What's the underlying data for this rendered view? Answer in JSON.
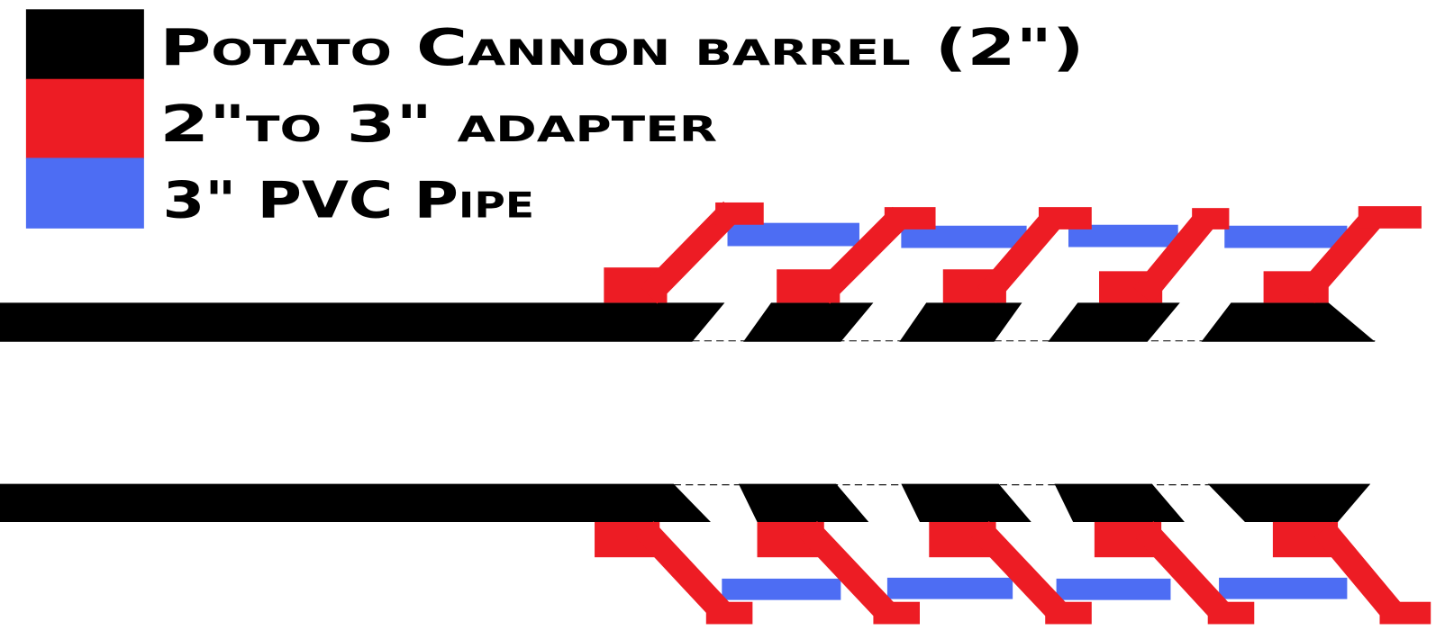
{
  "legend": {
    "items": [
      {
        "label": "Potato Cannon barrel (2\")",
        "color": "#000000"
      },
      {
        "label": "2\"to 3\" adapter",
        "color": "#ed1c24"
      },
      {
        "label": "3\" PVC Pipe",
        "color": "#4d6df3"
      }
    ]
  }
}
